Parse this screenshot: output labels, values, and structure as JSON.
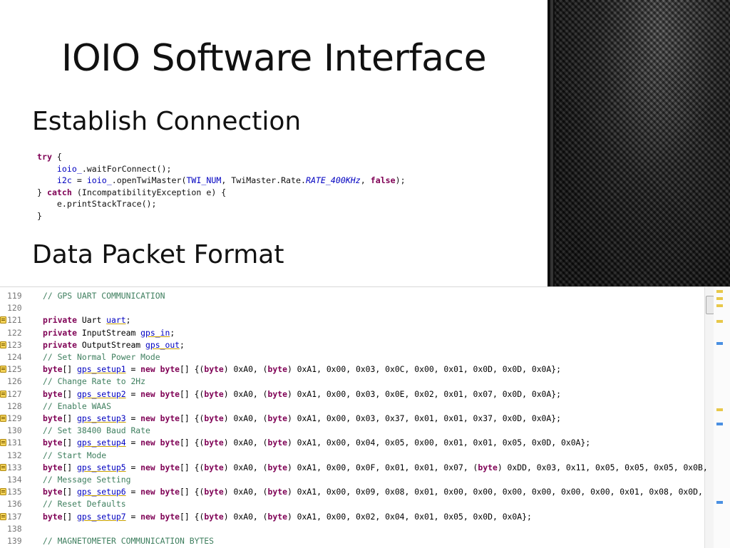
{
  "slide": {
    "title": "IOIO Software Interface",
    "section_connection": "Establish Connection",
    "section_packet": "Data Packet Format"
  },
  "snippet_lines": [
    [
      {
        "t": "try",
        "c": "kw"
      },
      {
        "t": " {"
      }
    ],
    [
      {
        "t": "    "
      },
      {
        "t": "ioio_",
        "c": "fld"
      },
      {
        "t": ".waitForConnect();"
      }
    ],
    [
      {
        "t": "    "
      },
      {
        "t": "i2c",
        "c": "fld"
      },
      {
        "t": " = "
      },
      {
        "t": "ioio_",
        "c": "fld"
      },
      {
        "t": ".openTwiMaster("
      },
      {
        "t": "TWI_NUM",
        "c": "fld"
      },
      {
        "t": ", TwiMaster.Rate."
      },
      {
        "t": "RATE_400KHz",
        "c": "ital"
      },
      {
        "t": ", "
      },
      {
        "t": "false",
        "c": "kw"
      },
      {
        "t": ");"
      }
    ],
    [
      {
        "t": "} "
      },
      {
        "t": "catch",
        "c": "kw"
      },
      {
        "t": " (IncompatibilityException e) {"
      }
    ],
    [
      {
        "t": "    e.printStackTrace();"
      }
    ],
    [
      {
        "t": "}"
      }
    ]
  ],
  "editor": {
    "lines": [
      {
        "n": "119",
        "w": false,
        "seg": [
          {
            "t": "// GPS UART COMMUNICATION",
            "c": "cm"
          }
        ]
      },
      {
        "n": "120",
        "w": false,
        "seg": []
      },
      {
        "n": "121",
        "w": true,
        "seg": [
          {
            "t": "private",
            "c": "kw"
          },
          {
            "t": " Uart "
          },
          {
            "t": "uart",
            "c": "var"
          },
          {
            "t": ";"
          }
        ]
      },
      {
        "n": "122",
        "w": false,
        "seg": [
          {
            "t": "private",
            "c": "kw"
          },
          {
            "t": " InputStream "
          },
          {
            "t": "gps_in",
            "c": "var"
          },
          {
            "t": ";"
          }
        ]
      },
      {
        "n": "123",
        "w": true,
        "seg": [
          {
            "t": "private",
            "c": "kw"
          },
          {
            "t": " OutputStream "
          },
          {
            "t": "gps_out",
            "c": "var"
          },
          {
            "t": ";"
          }
        ]
      },
      {
        "n": "124",
        "w": false,
        "seg": [
          {
            "t": "// Set Normal Power Mode",
            "c": "cm"
          }
        ]
      },
      {
        "n": "125",
        "w": true,
        "seg": [
          {
            "t": "byte",
            "c": "kw"
          },
          {
            "t": "[] "
          },
          {
            "t": "gps_setup1",
            "c": "var"
          },
          {
            "t": " = "
          },
          {
            "t": "new",
            "c": "kw"
          },
          {
            "t": " "
          },
          {
            "t": "byte",
            "c": "kw"
          },
          {
            "t": "[] {("
          },
          {
            "t": "byte",
            "c": "kw"
          },
          {
            "t": ") 0xA0, ("
          },
          {
            "t": "byte",
            "c": "kw"
          },
          {
            "t": ") 0xA1, 0x00, 0x03, 0x0C, 0x00, 0x01, 0x0D, 0x0D, 0x0A};"
          }
        ]
      },
      {
        "n": "126",
        "w": false,
        "seg": [
          {
            "t": "// Change Rate to 2Hz",
            "c": "cm"
          }
        ]
      },
      {
        "n": "127",
        "w": true,
        "seg": [
          {
            "t": "byte",
            "c": "kw"
          },
          {
            "t": "[] "
          },
          {
            "t": "gps_setup2",
            "c": "var"
          },
          {
            "t": " = "
          },
          {
            "t": "new",
            "c": "kw"
          },
          {
            "t": " "
          },
          {
            "t": "byte",
            "c": "kw"
          },
          {
            "t": "[] {("
          },
          {
            "t": "byte",
            "c": "kw"
          },
          {
            "t": ") 0xA0, ("
          },
          {
            "t": "byte",
            "c": "kw"
          },
          {
            "t": ") 0xA1, 0x00, 0x03, 0x0E, 0x02, 0x01, 0x07, 0x0D, 0x0A};"
          }
        ]
      },
      {
        "n": "128",
        "w": false,
        "seg": [
          {
            "t": "// Enable WAAS",
            "c": "cm"
          }
        ]
      },
      {
        "n": "129",
        "w": true,
        "seg": [
          {
            "t": "byte",
            "c": "kw"
          },
          {
            "t": "[] "
          },
          {
            "t": "gps_setup3",
            "c": "var"
          },
          {
            "t": " = "
          },
          {
            "t": "new",
            "c": "kw"
          },
          {
            "t": " "
          },
          {
            "t": "byte",
            "c": "kw"
          },
          {
            "t": "[] {("
          },
          {
            "t": "byte",
            "c": "kw"
          },
          {
            "t": ") 0xA0, ("
          },
          {
            "t": "byte",
            "c": "kw"
          },
          {
            "t": ") 0xA1, 0x00, 0x03, 0x37, 0x01, 0x01, 0x37, 0x0D, 0x0A};"
          }
        ]
      },
      {
        "n": "130",
        "w": false,
        "seg": [
          {
            "t": "// Set 38400 Baud Rate",
            "c": "cm"
          }
        ]
      },
      {
        "n": "131",
        "w": true,
        "seg": [
          {
            "t": "byte",
            "c": "kw"
          },
          {
            "t": "[] "
          },
          {
            "t": "gps_setup4",
            "c": "var"
          },
          {
            "t": " = "
          },
          {
            "t": "new",
            "c": "kw"
          },
          {
            "t": " "
          },
          {
            "t": "byte",
            "c": "kw"
          },
          {
            "t": "[] {("
          },
          {
            "t": "byte",
            "c": "kw"
          },
          {
            "t": ") 0xA0, ("
          },
          {
            "t": "byte",
            "c": "kw"
          },
          {
            "t": ") 0xA1, 0x00, 0x04, 0x05, 0x00, 0x01, 0x01, 0x05, 0x0D, 0x0A};"
          }
        ]
      },
      {
        "n": "132",
        "w": false,
        "seg": [
          {
            "t": "// Start Mode",
            "c": "cm"
          }
        ]
      },
      {
        "n": "133",
        "w": true,
        "seg": [
          {
            "t": "byte",
            "c": "kw"
          },
          {
            "t": "[] "
          },
          {
            "t": "gps_setup5",
            "c": "var"
          },
          {
            "t": " = "
          },
          {
            "t": "new",
            "c": "kw"
          },
          {
            "t": " "
          },
          {
            "t": "byte",
            "c": "kw"
          },
          {
            "t": "[] {("
          },
          {
            "t": "byte",
            "c": "kw"
          },
          {
            "t": ") 0xA0, ("
          },
          {
            "t": "byte",
            "c": "kw"
          },
          {
            "t": ") 0xA1, 0x00, 0x0F, 0x01, 0x01, 0x07, ("
          },
          {
            "t": "byte",
            "c": "kw"
          },
          {
            "t": ") 0xDD, 0x03, 0x11, 0x05, 0x05, 0x05, 0x0B,"
          }
        ]
      },
      {
        "n": "134",
        "w": false,
        "seg": [
          {
            "t": "// Message Setting",
            "c": "cm"
          }
        ]
      },
      {
        "n": "135",
        "w": true,
        "seg": [
          {
            "t": "byte",
            "c": "kw"
          },
          {
            "t": "[] "
          },
          {
            "t": "gps_setup6",
            "c": "var"
          },
          {
            "t": " = "
          },
          {
            "t": "new",
            "c": "kw"
          },
          {
            "t": " "
          },
          {
            "t": "byte",
            "c": "kw"
          },
          {
            "t": "[] {("
          },
          {
            "t": "byte",
            "c": "kw"
          },
          {
            "t": ") 0xA0, ("
          },
          {
            "t": "byte",
            "c": "kw"
          },
          {
            "t": ") 0xA1, 0x00, 0x09, 0x08, 0x01, 0x00, 0x00, 0x00, 0x00, 0x00, 0x00, 0x01, 0x08, 0x0D,"
          }
        ]
      },
      {
        "n": "136",
        "w": false,
        "seg": [
          {
            "t": "// Reset Defaults",
            "c": "cm"
          }
        ]
      },
      {
        "n": "137",
        "w": true,
        "seg": [
          {
            "t": "byte",
            "c": "kw"
          },
          {
            "t": "[] "
          },
          {
            "t": "gps_setup7",
            "c": "var"
          },
          {
            "t": " = "
          },
          {
            "t": "new",
            "c": "kw"
          },
          {
            "t": " "
          },
          {
            "t": "byte",
            "c": "kw"
          },
          {
            "t": "[] {("
          },
          {
            "t": "byte",
            "c": "kw"
          },
          {
            "t": ") 0xA0, ("
          },
          {
            "t": "byte",
            "c": "kw"
          },
          {
            "t": ") 0xA1, 0x00, 0x02, 0x04, 0x01, 0x05, 0x0D, 0x0A};"
          }
        ]
      },
      {
        "n": "138",
        "w": false,
        "seg": []
      },
      {
        "n": "139",
        "w": false,
        "seg": [
          {
            "t": "// MAGNETOMETER COMMUNICATION BYTES",
            "c": "cm"
          }
        ]
      }
    ]
  },
  "colors": {
    "keyword": "#7f0055",
    "comment": "#3f7f5f",
    "field": "#0000c0",
    "warning_marker": "#e8c84a",
    "info_marker": "#4a90e2"
  },
  "icons": {
    "warning": "warning-icon",
    "carbon_panel": "carbon-fiber-texture"
  }
}
